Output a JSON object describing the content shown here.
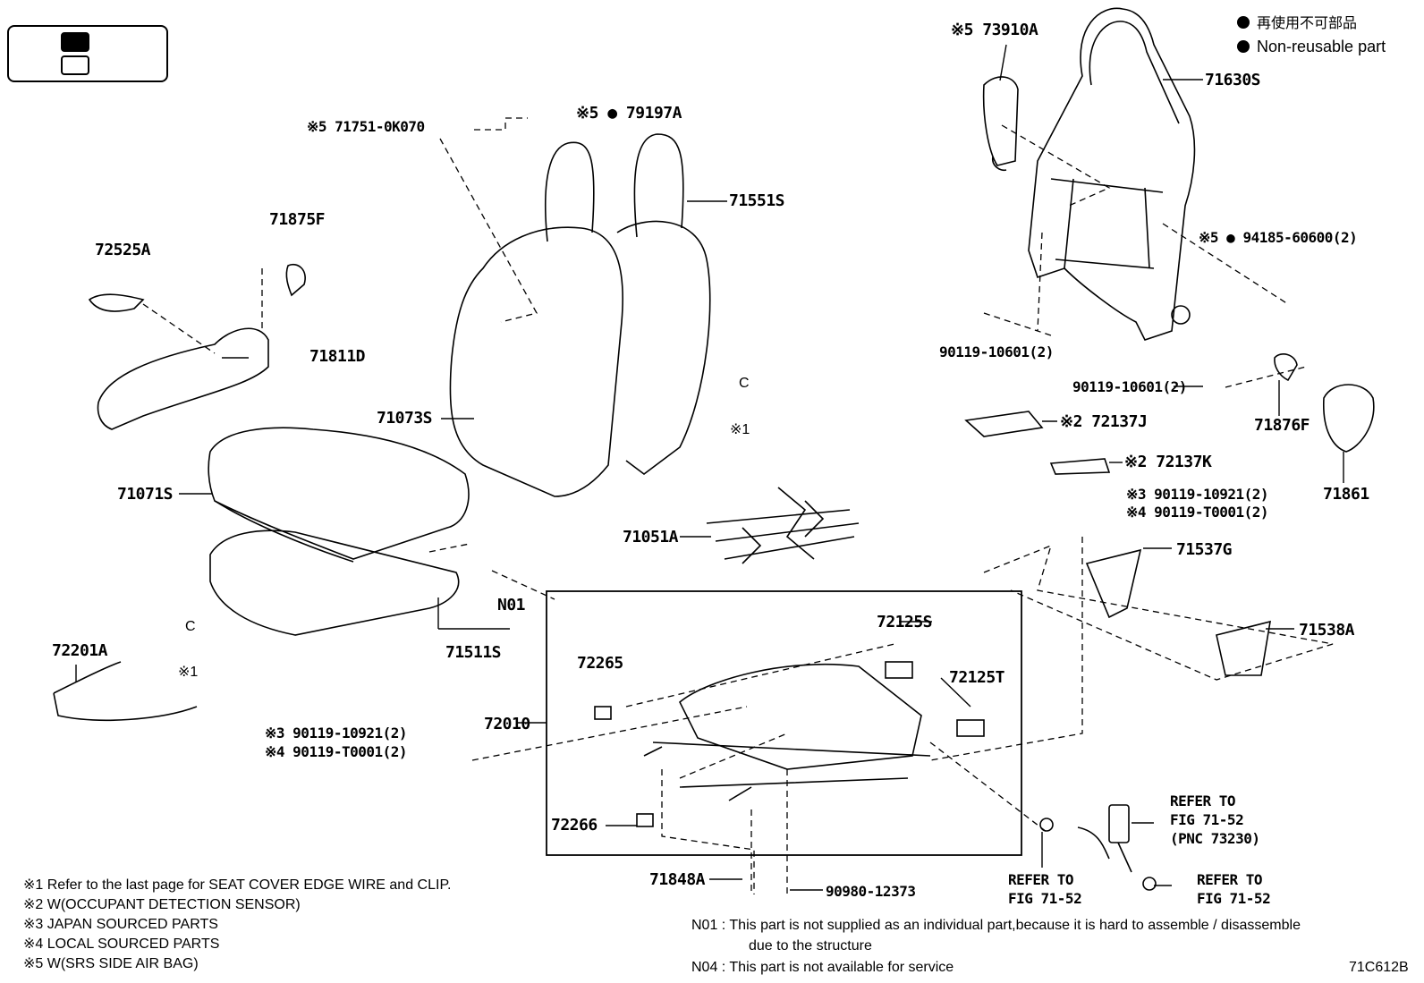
{
  "legend": {
    "non_reusable_ja": "再使用不可部品",
    "non_reusable_en": "Non-reusable part"
  },
  "parts": {
    "p73910A": "※5 73910A",
    "p71630S": "71630S",
    "p71751": "※5 71751-0K070",
    "p79197A": "※5 ● 79197A",
    "p71551S": "71551S",
    "p71875F": "71875F",
    "p72525A": "72525A",
    "p71811D": "71811D",
    "p94185": "※5 ● 94185-60600(2)",
    "p90119_a": "90119-10601(2)",
    "p90119_b": "90119-10601(2)",
    "p71073S": "71073S",
    "p72137J": "※2 72137J",
    "p71876F": "71876F",
    "p71861": "71861",
    "p72137K": "※2 72137K",
    "p71071S": "71071S",
    "p9011910921_r": "※3 90119-10921(2)",
    "p90119T0001_r": "※4 90119-T0001(2)",
    "p71051A": "71051A",
    "p71537G": "71537G",
    "pN01": "N01",
    "p71511S": "71511S",
    "p72125S": "72125S",
    "p71538A": "71538A",
    "p72201A": "72201A",
    "p72265": "72265",
    "p72125T": "72125T",
    "p72010": "72010",
    "p9011910921_l": "※3 90119-10921(2)",
    "p90119T0001_l": "※4 90119-T0001(2)",
    "p72266": "72266",
    "p71848A": "71848A",
    "p90980": "90980-12373",
    "refer1": [
      "REFER TO",
      "FIG 71-52",
      "(PNC 73230)"
    ],
    "refer2": [
      "REFER TO",
      "FIG 71-52"
    ],
    "refer3": [
      "REFER TO",
      "FIG 71-52"
    ],
    "x1_a": "※1",
    "x1_b": "※1",
    "c_a": "C",
    "c_b": "C"
  },
  "footnotes": [
    "※1  Refer to the last page for SEAT COVER EDGE WIRE and CLIP.",
    "※2  W(OCCUPANT DETECTION SENSOR)",
    "※3  JAPAN SOURCED PARTS",
    "※4  LOCAL SOURCED PARTS",
    "※5  W(SRS SIDE AIR BAG)"
  ],
  "notes": {
    "n01_line1": "N01 : This part is not supplied as an individual part,because it is hard to assemble / disassemble",
    "n01_line2": "due to the structure",
    "n04": "N04 : This part is not available for service"
  },
  "figure_code": "71C612B"
}
